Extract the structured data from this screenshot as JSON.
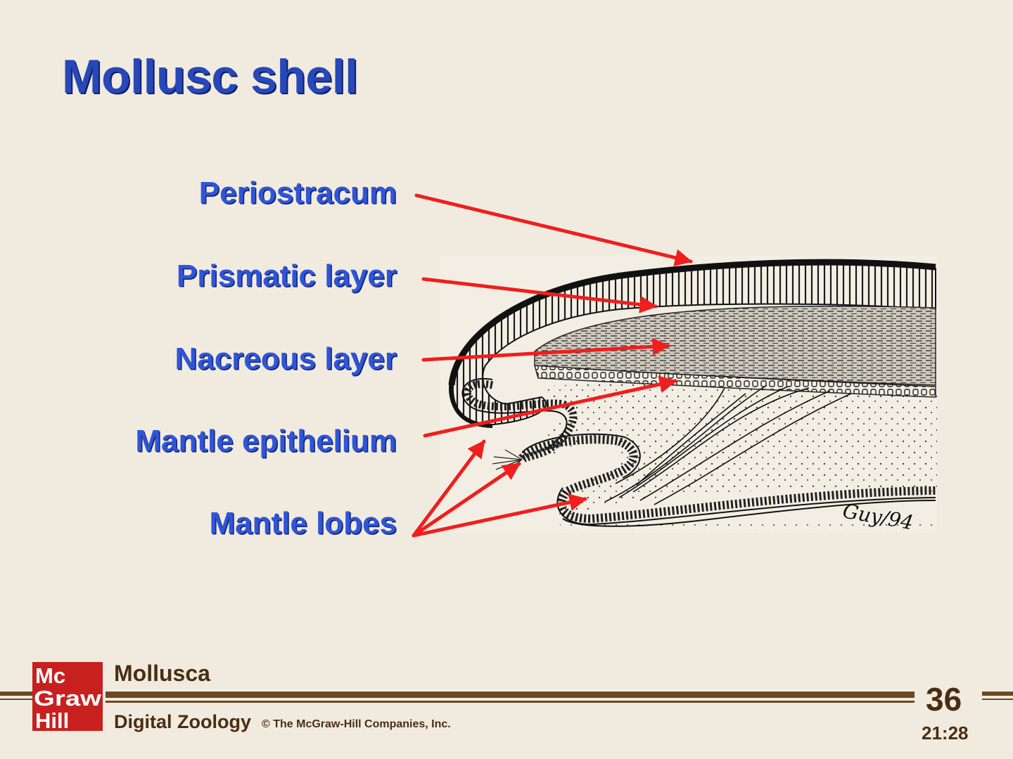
{
  "slide": {
    "title": "Mollusc shell",
    "labels": [
      "Periostracum",
      "Prismatic layer",
      "Nacreous layer",
      "Mantle epithelium",
      "Mantle lobes"
    ],
    "colors": {
      "background": "#f1ebdf",
      "title": "#2648b8",
      "label": "#2f55d8",
      "arrow": "#f01e1e",
      "footer_text": "#4a2e12",
      "logo": "#c8201e"
    }
  },
  "footer": {
    "logo_text": [
      "Mc",
      "Graw",
      "Hill"
    ],
    "subject": "Mollusca",
    "course": "Digital Zoology",
    "copyright": "© The McGraw-Hill Companies, Inc.",
    "page_number": "36",
    "time": "21:28"
  },
  "figure": {
    "signature": "Guy/94"
  }
}
